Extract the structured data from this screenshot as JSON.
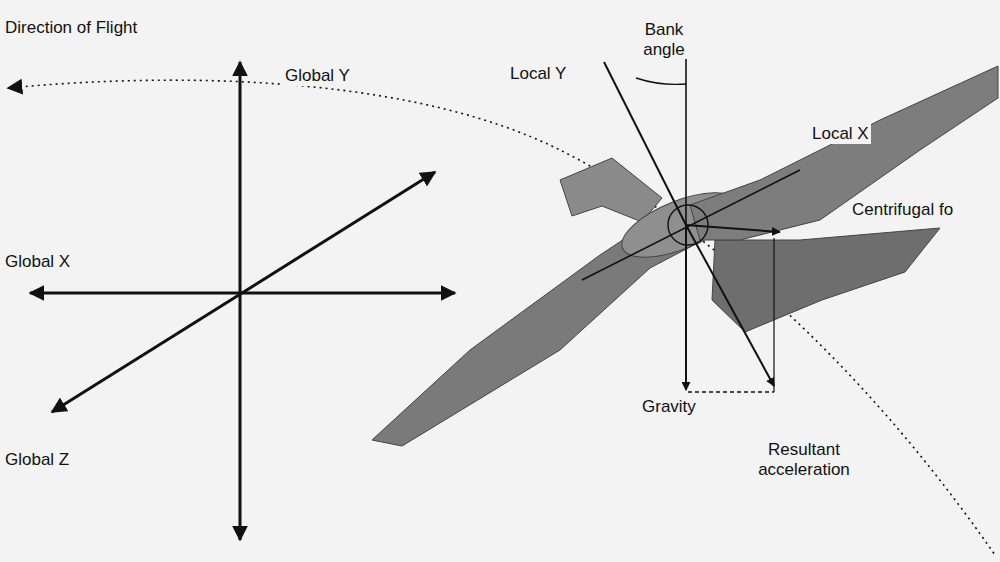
{
  "diagram": {
    "labels": [
      "Direction of Flight",
      "Global Y",
      "Global X",
      "Global Z",
      "Bank angle",
      "Local Y",
      "Local X",
      "Centrifugal fo",
      "Gravity",
      "Resultant acceleration"
    ]
  }
}
